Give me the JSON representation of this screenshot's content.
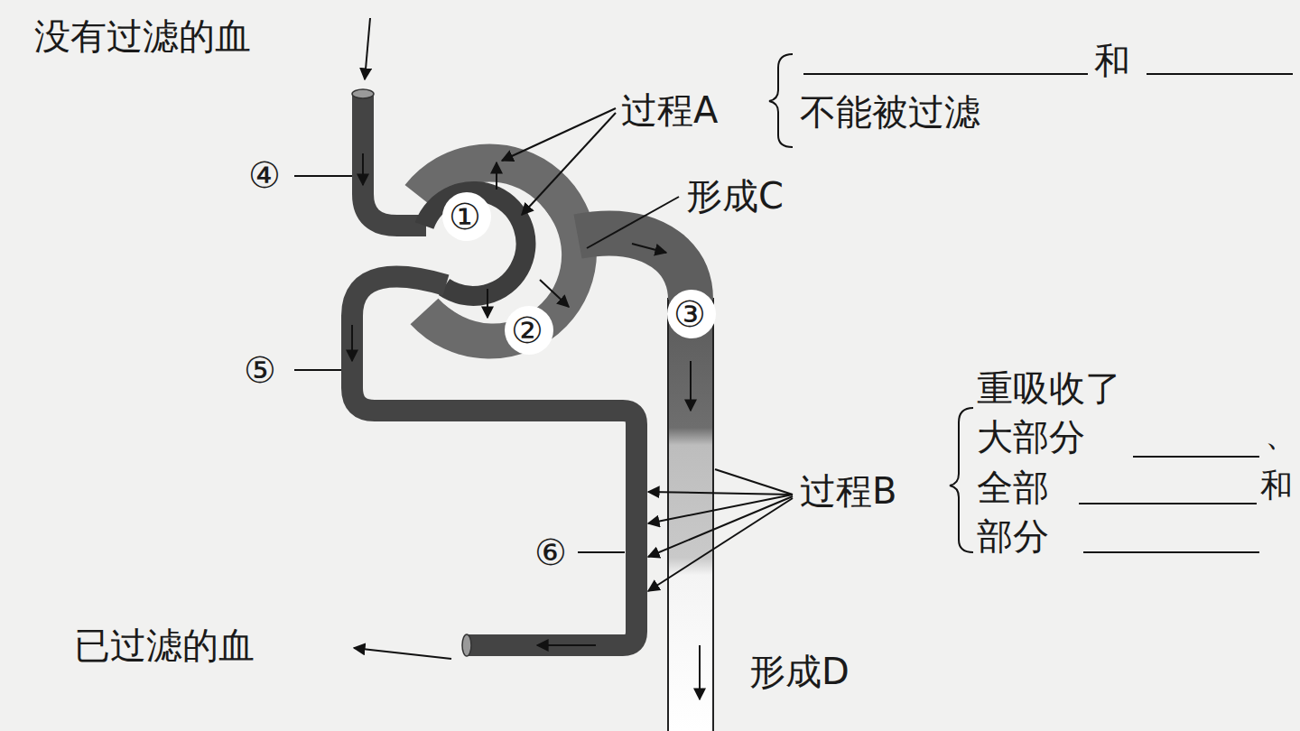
{
  "diagram": {
    "labels": [
      "没有过滤的血",
      "④",
      "①",
      "过程A",
      "和",
      "不能被过滤",
      "形成C",
      "③",
      "②",
      "⑤",
      "重吸收了",
      "大部分",
      "、",
      "过程B",
      "全部",
      "和",
      "部分",
      "⑥",
      "已过滤的血",
      "形成D"
    ]
  }
}
